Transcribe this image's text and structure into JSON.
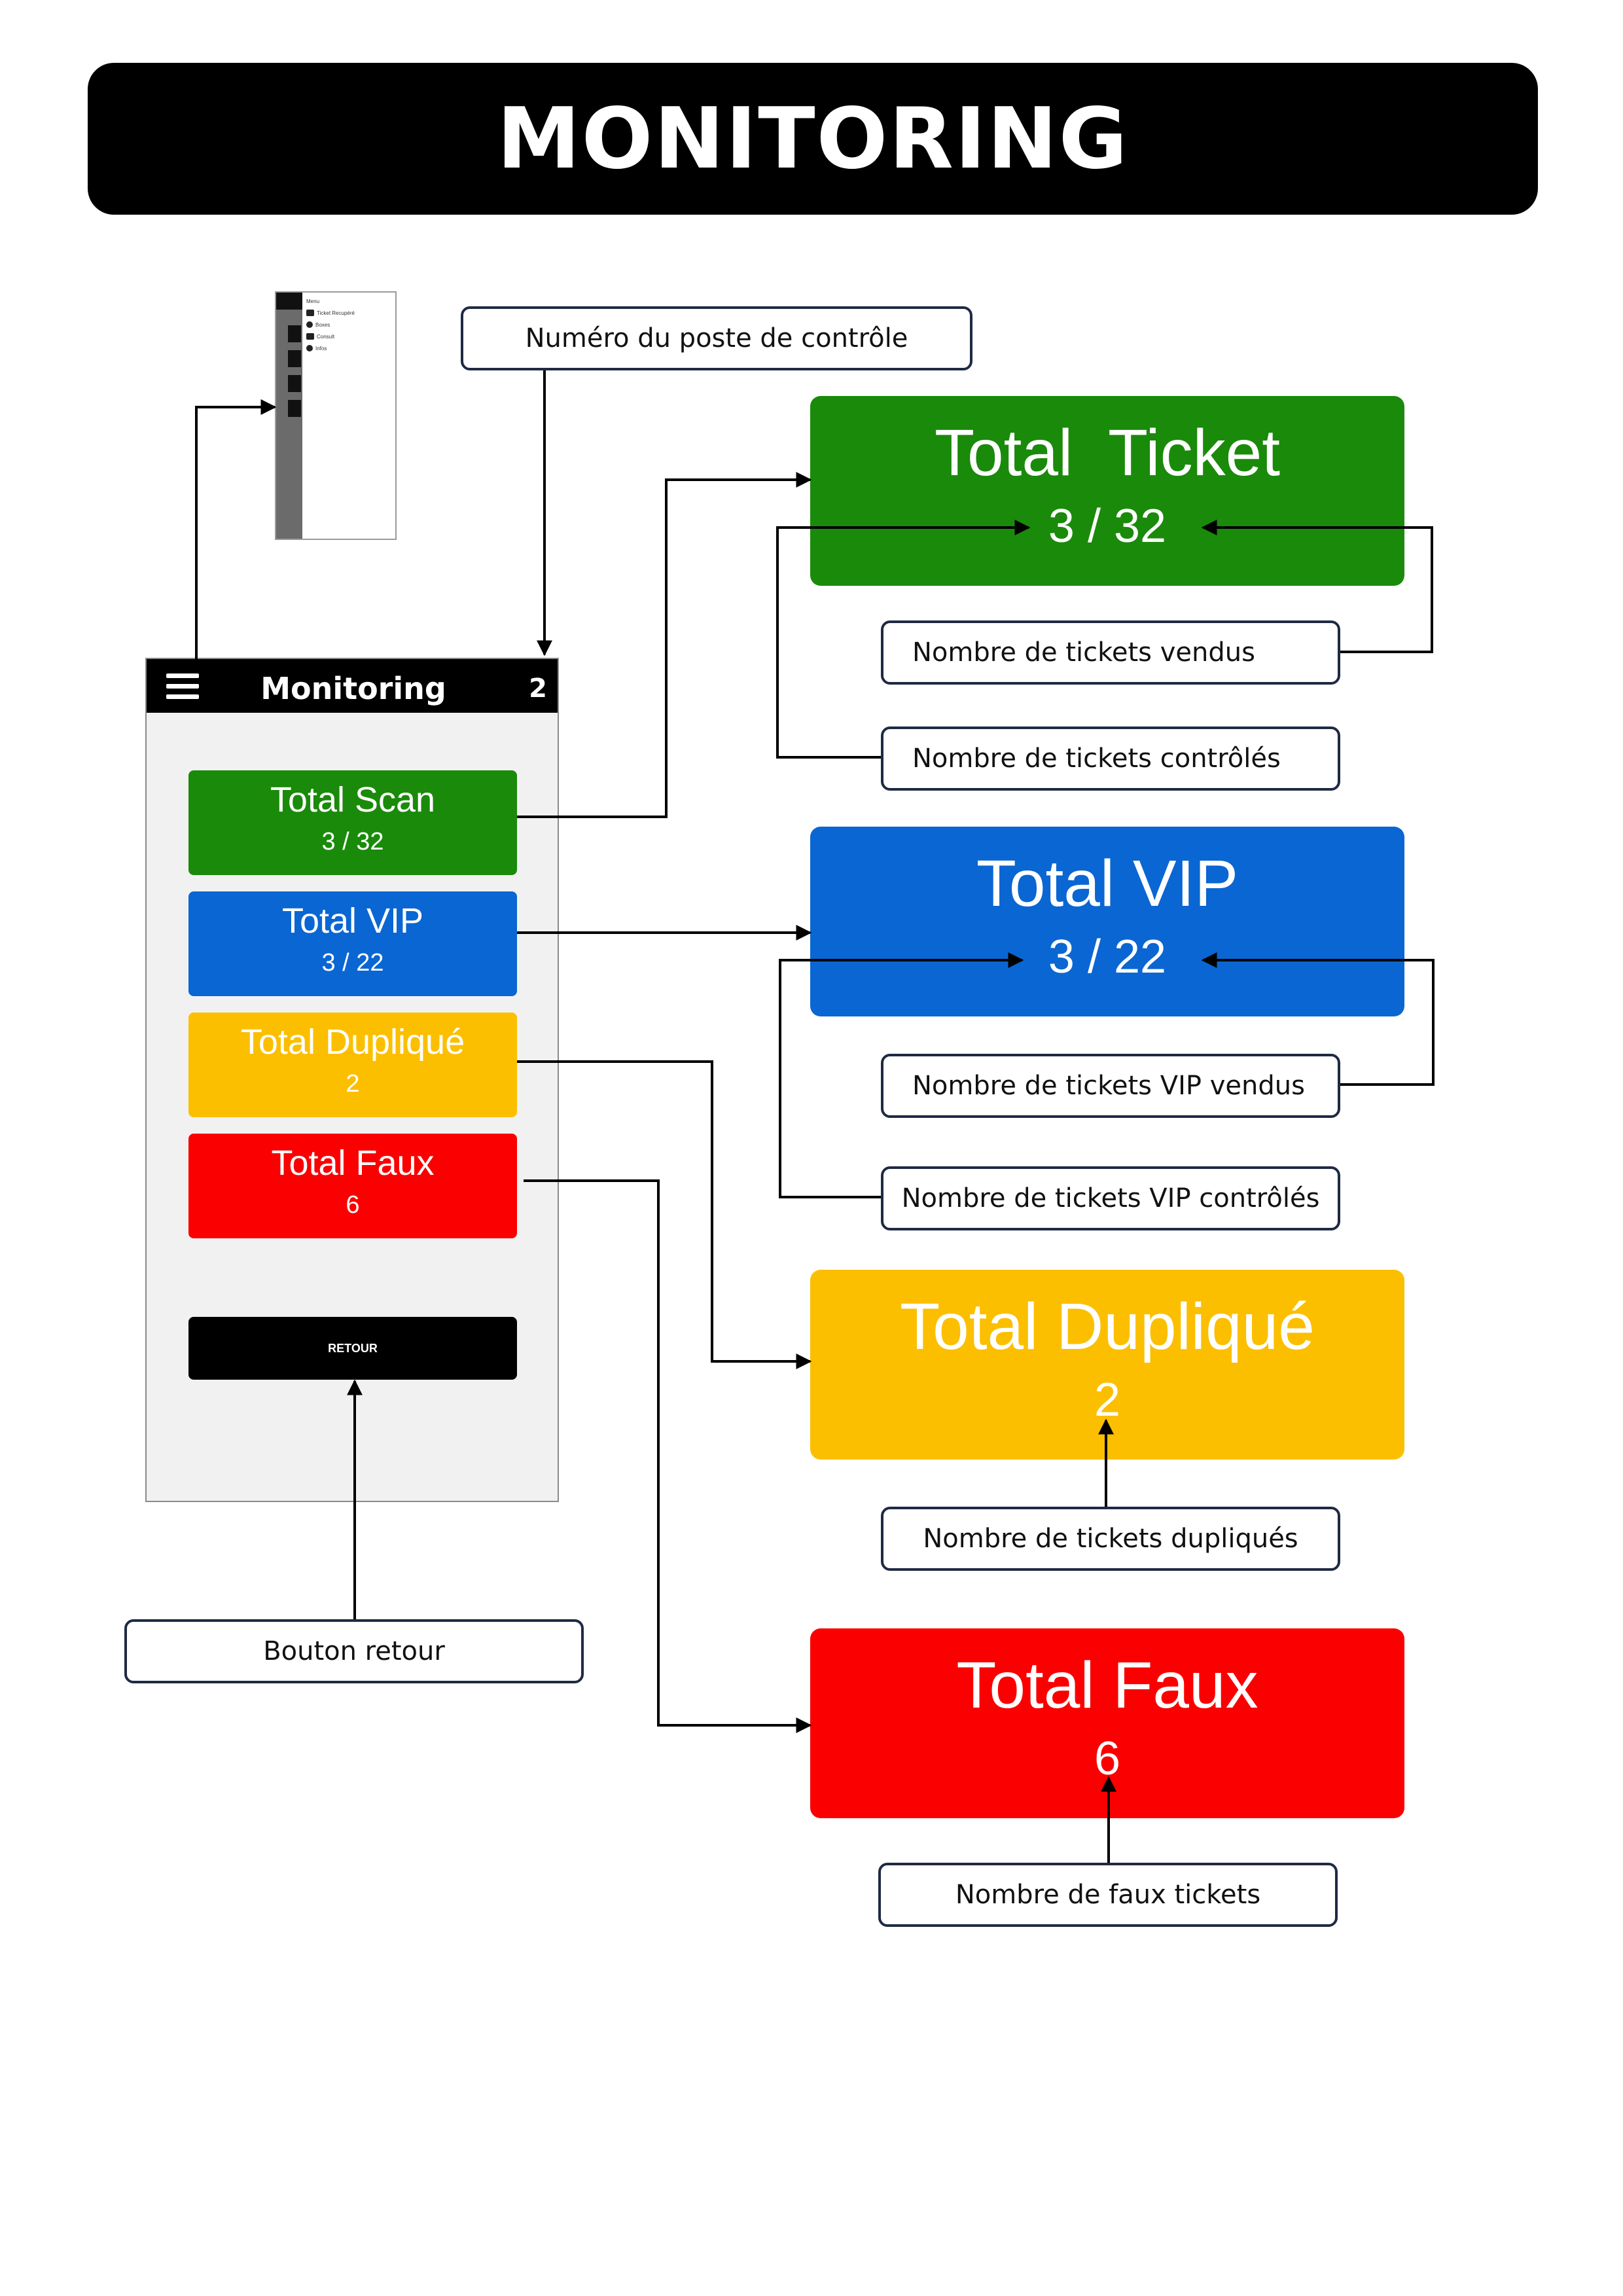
{
  "header": {
    "title": "MONITORING"
  },
  "thumbnail": {
    "rows": [
      "Menu",
      "Ticket Recupéré",
      "Boxes",
      "Consult",
      "Infos"
    ]
  },
  "phone": {
    "title": "Monitoring",
    "post_number": "2",
    "cards": [
      {
        "title": "Total Scan",
        "value": "3 / 32",
        "color": "#1a8a0a"
      },
      {
        "title": "Total VIP",
        "value": "3 / 22",
        "color": "#0a66d2"
      },
      {
        "title": "Total Dupliqué",
        "value": "2",
        "color": "#fbbf00"
      },
      {
        "title": "Total Faux",
        "value": "6",
        "color": "#fa0000"
      }
    ],
    "back_button": "RETOUR"
  },
  "big_cards": [
    {
      "title": "Total  Ticket",
      "value": "3 / 32",
      "color": "#1a8a0a"
    },
    {
      "title": "Total VIP",
      "value": "3 / 22",
      "color": "#0a66d2"
    },
    {
      "title": "Total Dupliqué",
      "value": "2",
      "color": "#fbbf00"
    },
    {
      "title": "Total Faux",
      "value": "6",
      "color": "#fa0000"
    }
  ],
  "callouts": {
    "post_number": "Numéro du poste de contrôle",
    "tickets_sold": "Nombre de tickets vendus",
    "tickets_checked": "Nombre de tickets contrôlés",
    "vip_sold": "Nombre de tickets VIP vendus",
    "vip_checked": "Nombre de tickets VIP contrôlés",
    "duplicated": "Nombre de tickets dupliqués",
    "fake": "Nombre de faux tickets",
    "back_button": "Bouton retour"
  }
}
